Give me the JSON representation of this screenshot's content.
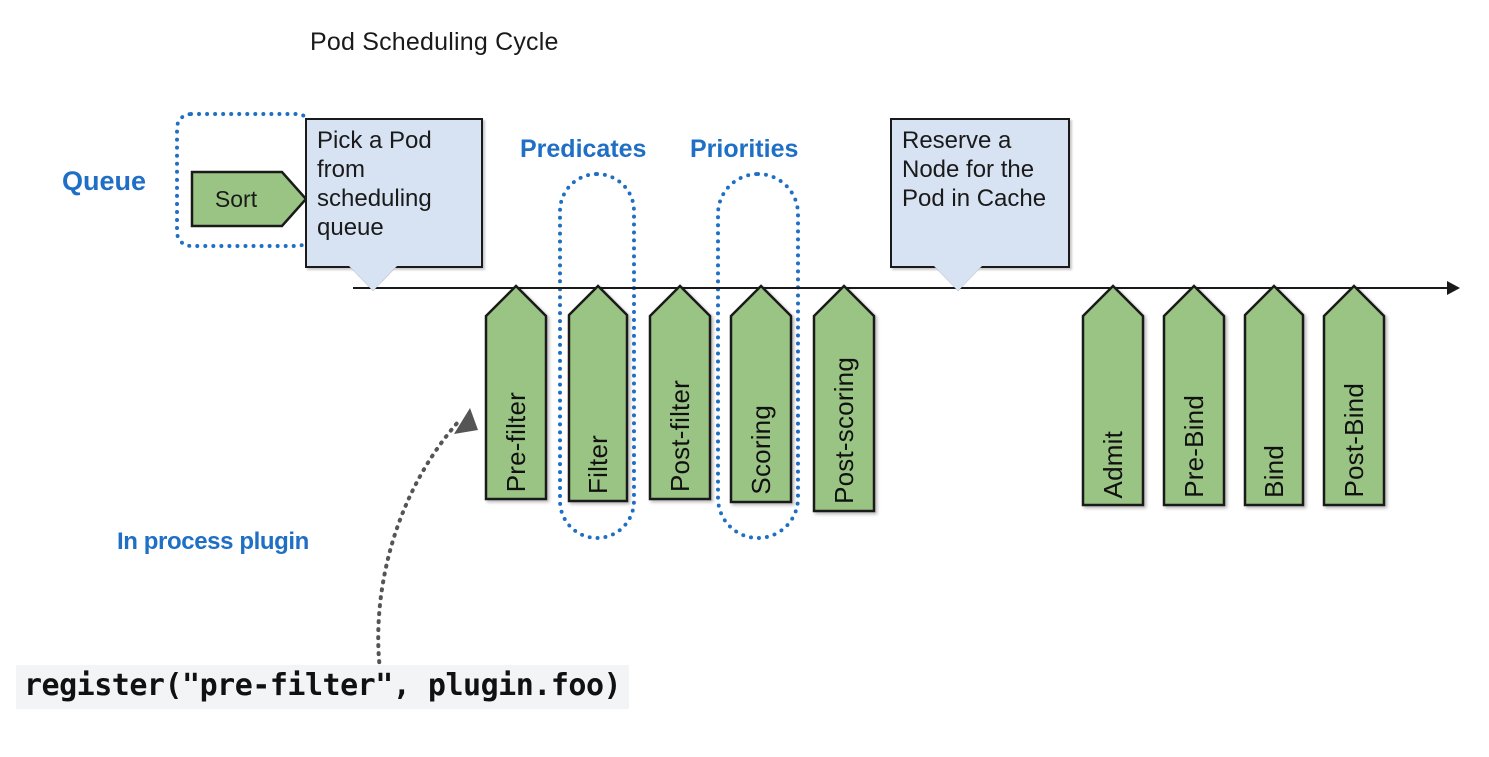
{
  "diagram": {
    "title": "Pod Scheduling Cycle",
    "accent_blue": "#1f6fc4",
    "stage_green": "#9ac484",
    "callout_blue": "#d7e3f3",
    "axis_color": "#1a1a1a"
  },
  "labels": {
    "queue": "Queue",
    "predicates": "Predicates",
    "priorities": "Priorities",
    "in_process_plugin": "In process plugin"
  },
  "callouts": [
    {
      "id": "pick-a-pod",
      "text": "Pick a Pod from scheduling queue"
    },
    {
      "id": "reserve-node",
      "text": "Reserve a Node for the Pod in Cache"
    }
  ],
  "queue_stage": {
    "label": "Sort"
  },
  "stages": [
    {
      "id": "pre-filter",
      "label": "Pre-filter"
    },
    {
      "id": "filter",
      "label": "Filter"
    },
    {
      "id": "post-filter",
      "label": "Post-filter"
    },
    {
      "id": "scoring",
      "label": "Scoring"
    },
    {
      "id": "post-scoring",
      "label": "Post-scoring"
    },
    {
      "id": "admit",
      "label": "Admit"
    },
    {
      "id": "pre-bind",
      "label": "Pre-Bind"
    },
    {
      "id": "bind",
      "label": "Bind"
    },
    {
      "id": "post-bind",
      "label": "Post-Bind"
    }
  ],
  "code": {
    "snippet": "register(\"pre-filter\", plugin.foo)"
  }
}
